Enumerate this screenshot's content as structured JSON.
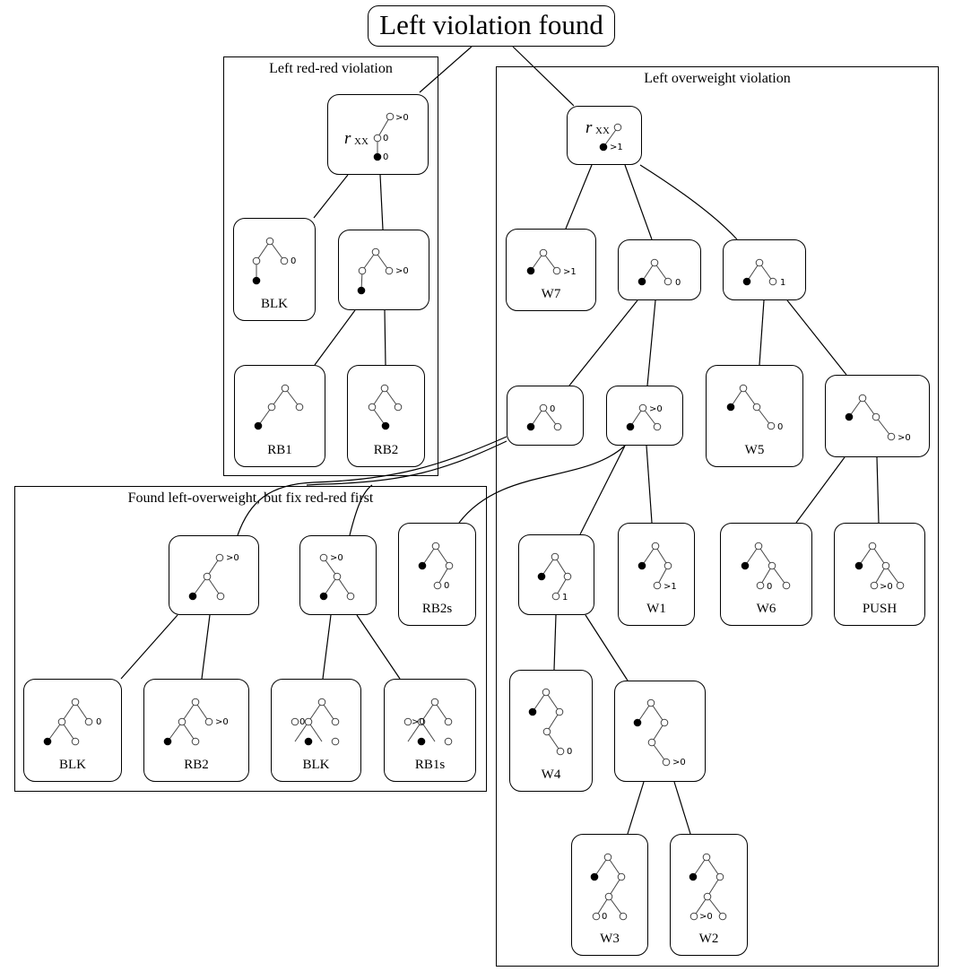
{
  "title": "Left violation found",
  "groups": {
    "red_red": "Left red-red violation",
    "overweight": "Left overweight violation",
    "found": "Found left-overweight, but fix red-red first"
  },
  "root_label": {
    "r": "r",
    "sub": "XX"
  },
  "node_labels": {
    "blk_a": "BLK",
    "rb1": "RB1",
    "rb2": "RB2",
    "w7": "W7",
    "w5": "W5",
    "w1": "W1",
    "w6": "W6",
    "push": "PUSH",
    "w4": "W4",
    "w3": "W3",
    "w2": "W2",
    "rb2s": "RB2s",
    "blk_f1": "BLK",
    "rb2_f": "RB2",
    "blk_f2": "BLK",
    "rb1s": "RB1s"
  },
  "weights": {
    "gt0": ">0",
    "gt1": ">1",
    "zero": "0",
    "one": "1"
  },
  "colors": {
    "line": "#000000",
    "node_fill": "#ffffff",
    "black_node": "#000000",
    "white_node_stroke": "#444444"
  }
}
